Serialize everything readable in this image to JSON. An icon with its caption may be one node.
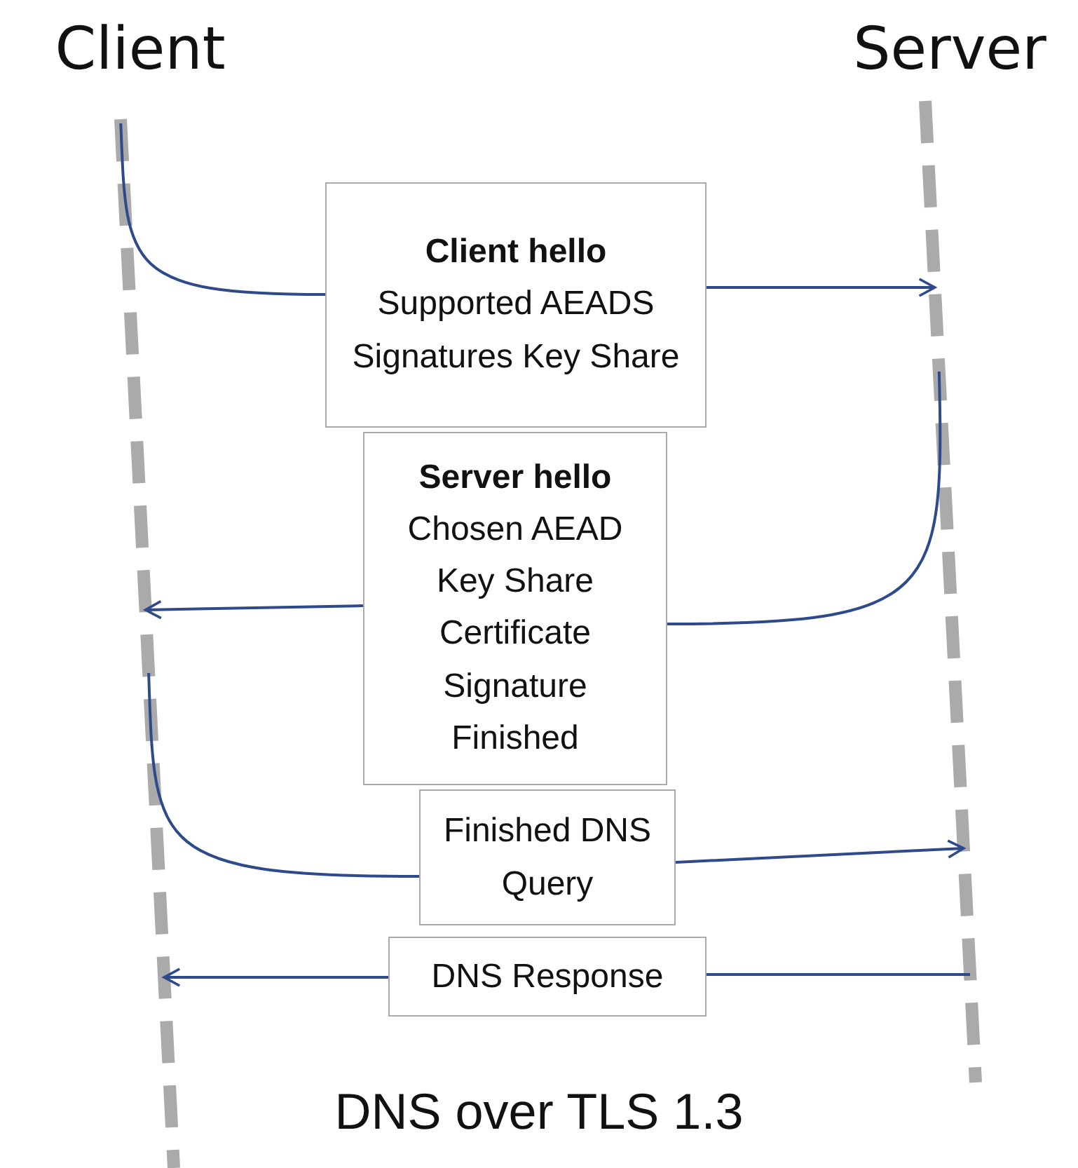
{
  "diagram": {
    "caption": "DNS over TLS 1.3",
    "nodes": [
      {
        "text": [
          "Client"
        ]
      },
      {
        "text": [
          "Server"
        ]
      },
      {
        "text": [
          "Client hello",
          "Supported AEADS Signatures Key Share"
        ]
      },
      {
        "text": [
          "Server hello",
          "Chosen AEAD Key Share Certificate Signature Finished"
        ]
      },
      {
        "text": [
          "Finished DNS Query"
        ]
      },
      {
        "text": [
          "DNS Response"
        ]
      }
    ],
    "edges": [
      {
        "from": 0,
        "to": 2,
        "arrow": "none"
      },
      {
        "from": 2,
        "to": 1,
        "arrow": "to"
      },
      {
        "from": 1,
        "to": 3,
        "arrow": "none"
      },
      {
        "from": 3,
        "to": 0,
        "arrow": "to"
      },
      {
        "from": 0,
        "to": 4,
        "arrow": "none"
      },
      {
        "from": 4,
        "to": 1,
        "arrow": "to"
      },
      {
        "from": 1,
        "to": 5,
        "arrow": "none"
      },
      {
        "from": 5,
        "to": 0,
        "arrow": "to"
      }
    ]
  }
}
